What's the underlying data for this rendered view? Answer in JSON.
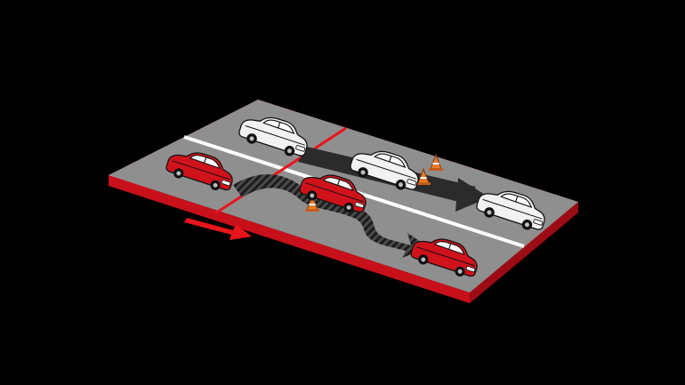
{
  "illustration": {
    "subject": "lane-change-maneuver",
    "colors": {
      "background": "#000000",
      "road": "#8f8f8f",
      "road_edge": "#e8141b",
      "lane_line": "#ffffff",
      "start_line": "#e8141b",
      "red_car": "#d0121b",
      "white_car": "#f2f2f2",
      "car_outline": "#111111",
      "path_shadow": "#2b2b2b",
      "cone": "#e87a2e",
      "direction_arrow": "#e8141b"
    },
    "icons": {
      "red_car": "red-car-icon",
      "white_car": "white-car-icon",
      "cone": "traffic-cone-icon",
      "arrow": "direction-arrow-icon"
    },
    "red_car_count": 3,
    "white_car_count": 3,
    "cone_count": 3
  }
}
